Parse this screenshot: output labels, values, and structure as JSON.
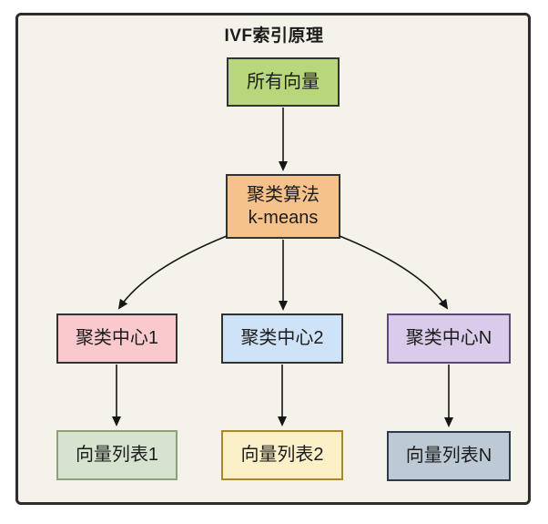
{
  "diagram": {
    "title": "IVF索引原理",
    "canvas_background": "#f5f3e9",
    "frame_border_color": "#2d2d2d",
    "arrow_color": "#161616",
    "nodes": {
      "all_vectors": {
        "label": "所有向量",
        "fill": "#b7d77a",
        "border_color": "#333333"
      },
      "kmeans": {
        "line1": "聚类算法",
        "line2": "k-means",
        "fill": "#f6c28c",
        "border_color": "#333333"
      },
      "center1": {
        "label": "聚类中心1",
        "fill": "#f9c9ce",
        "border_color": "#333333"
      },
      "center2": {
        "label": "聚类中心2",
        "fill": "#cfe3f8",
        "border_color": "#333333"
      },
      "centerN": {
        "label": "聚类中心N",
        "fill": "#d9cbe9",
        "border_color": "#5a4875"
      },
      "list1": {
        "label": "向量列表1",
        "fill": "#d6e3cf",
        "border_color": "#8aa17b"
      },
      "list2": {
        "label": "向量列表2",
        "fill": "#fbf0c7",
        "border_color": "#a8872e"
      },
      "listN": {
        "label": "向量列表N",
        "fill": "#bdc9d5",
        "border_color": "#2b3b4e"
      }
    },
    "edges": [
      {
        "from": "all_vectors",
        "to": "kmeans"
      },
      {
        "from": "kmeans",
        "to": "center1"
      },
      {
        "from": "kmeans",
        "to": "center2"
      },
      {
        "from": "kmeans",
        "to": "centerN"
      },
      {
        "from": "center1",
        "to": "list1"
      },
      {
        "from": "center2",
        "to": "list2"
      },
      {
        "from": "centerN",
        "to": "listN"
      }
    ]
  }
}
